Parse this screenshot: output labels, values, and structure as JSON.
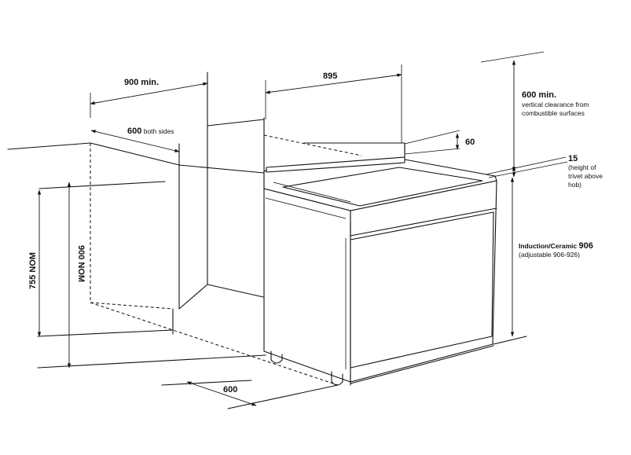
{
  "labels": {
    "d900min": "900 min.",
    "d600_num": "600",
    "d600_rest": " both sides",
    "d895": "895",
    "d60": "60",
    "d600min": "600 min.",
    "clear1": "vertical clearance from",
    "clear2": "combustible surfaces",
    "d15": "15",
    "trivet1": "(height of",
    "trivet2": "trivet above",
    "trivet3": "hob)",
    "ind_text": "Induction/Ceramic ",
    "ind_num": "906",
    "adj": "(adjustable 906-926)",
    "nom755": "755 NOM",
    "nom900": "900 NOM",
    "d600front": "600"
  }
}
